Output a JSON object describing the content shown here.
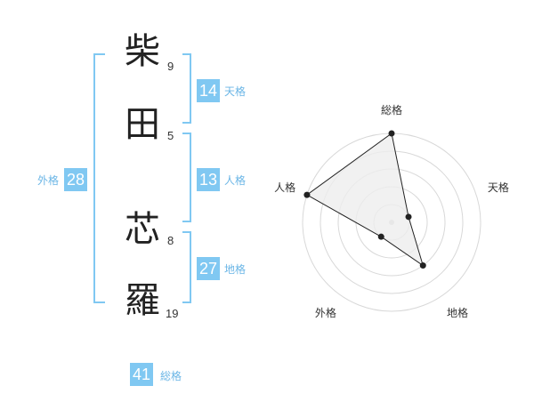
{
  "name": {
    "chars": [
      {
        "char": "柴",
        "strokes": "9"
      },
      {
        "char": "田",
        "strokes": "5"
      },
      {
        "char": "芯",
        "strokes": "8"
      },
      {
        "char": "羅",
        "strokes": "19"
      }
    ]
  },
  "fortune": {
    "tenkaku": {
      "value": "14",
      "label": "天格"
    },
    "jinkaku": {
      "value": "13",
      "label": "人格"
    },
    "chikaku": {
      "value": "27",
      "label": "地格"
    },
    "gaikaku": {
      "value": "28",
      "label": "外格"
    },
    "soukaku": {
      "value": "41",
      "label": "総格"
    }
  },
  "colors": {
    "accent": "#80c8f2",
    "bracket": "#80c8f2",
    "radar_fill": "#eeeeee"
  },
  "chart_data": {
    "type": "radar",
    "axes": [
      "総格",
      "天格",
      "地格",
      "外格",
      "人格"
    ],
    "values": [
      5,
      1,
      3,
      1,
      5
    ],
    "scale_max": 5,
    "rings": 5
  }
}
